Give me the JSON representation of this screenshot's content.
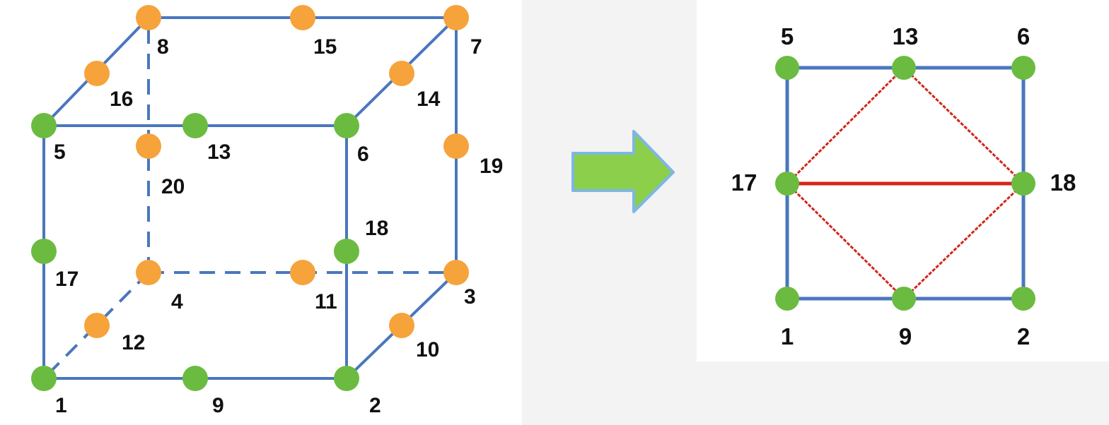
{
  "colors": {
    "edge_blue": "#4a77bd",
    "edge_red": "#d3261c",
    "node_green": "#6bbb41",
    "node_orange": "#f6a33b",
    "arrow_green": "#8ccf4a",
    "arrow_outline": "#7db6e6",
    "panel_bg": "#ffffff"
  },
  "labels": {
    "left": {
      "n1": "1",
      "n2": "2",
      "n3": "3",
      "n4": "4",
      "n5": "5",
      "n6": "6",
      "n7": "7",
      "n8": "8",
      "n9": "9",
      "n10": "10",
      "n11": "11",
      "n12": "12",
      "n13": "13",
      "n14": "14",
      "n15": "15",
      "n16": "16",
      "n17": "17",
      "n18": "18",
      "n19": "19",
      "n20": "20"
    },
    "right": {
      "n5": "5",
      "n13": "13",
      "n6": "6",
      "n17": "17",
      "n18": "18",
      "n1": "1",
      "n9": "9",
      "n2": "2"
    }
  },
  "node_types": {
    "green": [
      "1",
      "2",
      "5",
      "6",
      "9",
      "13",
      "17",
      "18"
    ],
    "orange": [
      "3",
      "4",
      "7",
      "8",
      "10",
      "11",
      "12",
      "14",
      "15",
      "16",
      "19",
      "20"
    ]
  },
  "icons": {
    "transform_arrow": "right-arrow-icon"
  }
}
